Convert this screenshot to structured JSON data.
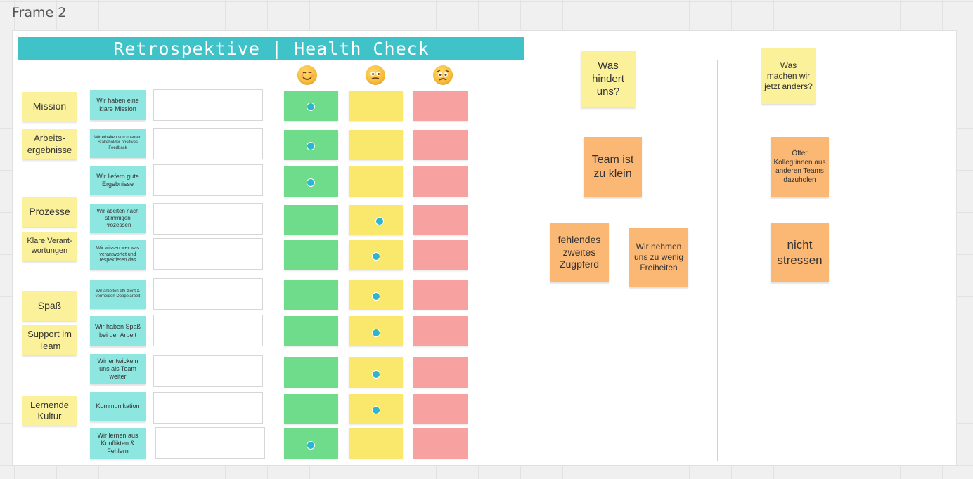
{
  "frame": {
    "label": "Frame 2"
  },
  "board": {
    "title": "Retrospektive | Health Check",
    "emojis": [
      "smiling-face-icon",
      "neutral-face-icon",
      "worried-face-icon"
    ],
    "categories": [
      "Mission",
      "Arbeits-\nergebnisse",
      "Prozesse",
      "Klare Verant-\nwortungen",
      "Spaß",
      "Support im\nTeam",
      "Lernende\nKultur"
    ],
    "statements": [
      "Wir haben eine klare Mission",
      "Wir erhalten von unseren Stakeholder positives Feedback",
      "Wir liefern gute Ergebnisse",
      "Wir abeiten nach stimmigen Prozessen",
      "Wir wissen wer was verantwortet und respektieren das",
      "Wir arbeiten effi-zient & vermeiden Doppelarbeit",
      "Wir haben Spaß bei der Arbeit",
      "Wir entwickeln uns als Team weiter",
      "Kommunikation",
      "Wir lernen aus Konflikten & Fehlern"
    ],
    "votes": [
      "green",
      "green",
      "green",
      "yellow",
      "yellow",
      "yellow",
      "yellow",
      "yellow",
      "yellow",
      "green"
    ]
  },
  "hindrances": {
    "header": "Was hindert uns?",
    "notes": [
      "Team ist zu klein",
      "fehlendes zweites Zugpferd",
      "Wir nehmen uns zu wenig Freiheiten"
    ]
  },
  "actions": {
    "header": "Was machen wir jetzt anders?",
    "notes": [
      "Öfter Kolleg:innen aus anderen Teams dazuholen",
      "nicht stressen"
    ]
  },
  "colors": {
    "title_bar": "#3fc2c8",
    "green": "#6fdc8c",
    "yellow": "#f9e86c",
    "red": "#f8a1a1",
    "dot": "#2fb4cd",
    "sticky_yellow": "#fbf19a",
    "sticky_teal": "#8ee6e0",
    "sticky_orange": "#fbb774"
  }
}
